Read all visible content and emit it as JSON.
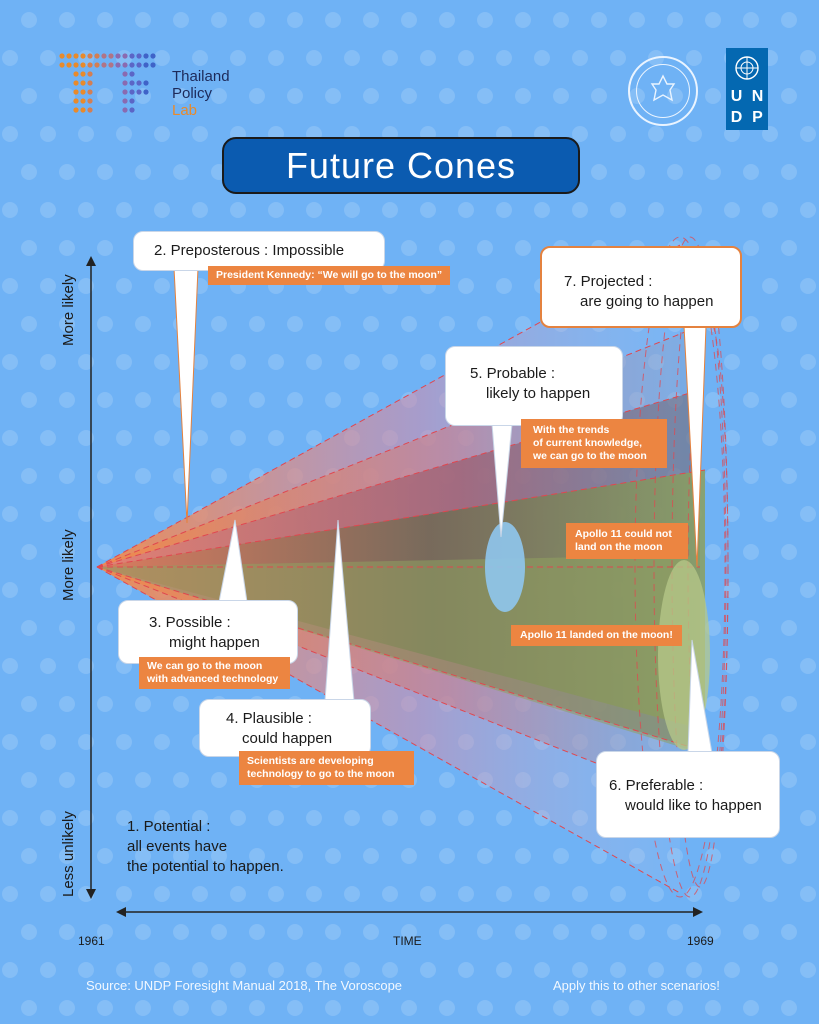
{
  "brand": {
    "line1": "Thailand",
    "line2": "Policy",
    "line3": "Lab"
  },
  "undp": [
    "U",
    "N",
    "D",
    "P"
  ],
  "title": "Future Cones",
  "axes": {
    "y_top": "More likely",
    "y_middle": "More likely",
    "y_bottom": "Less unlikely",
    "x_start": "1961",
    "x_label": "TIME",
    "x_end": "1969"
  },
  "cones": {
    "preposterous": {
      "title": "2. Preposterous : Impossible",
      "note": [
        "President Kennedy: “We will go to the moon”"
      ]
    },
    "possible": {
      "line1": "3. Possible :",
      "line2": "might happen",
      "note": [
        "We can go to the moon",
        "with advanced technology"
      ]
    },
    "plausible": {
      "line1": "4. Plausible :",
      "line2": "could happen",
      "note": [
        "Scientists are developing",
        "technology to go to the moon"
      ]
    },
    "probable": {
      "line1": "5. Probable :",
      "line2": "likely to happen",
      "note": [
        "With the trends",
        "of current knowledge,",
        "we can go to the moon"
      ]
    },
    "preferable": {
      "line1": "6. Preferable :",
      "line2": "would like to happen"
    },
    "projected": {
      "line1": "7. Projected :",
      "line2": "are going to happen"
    },
    "potential": {
      "line1": "1. Potential :",
      "line2": "all events have",
      "line3": "the potential to happen."
    }
  },
  "apollo_not_landed": [
    "Apollo 11 could not",
    "land on the moon"
  ],
  "apollo_landed": "Apollo 11 landed on the moon!",
  "footer": {
    "source": "Source: UNDP Foresight Manual 2018, The Voroscope",
    "cta": "Apply this to other scenarios!"
  },
  "colors": {
    "background": "#6fb2f5",
    "title_box": "#0b5bb0",
    "accent_orange": "#ec8541",
    "undp_blue": "#0468b1",
    "cone_dash": "#e0474f"
  }
}
